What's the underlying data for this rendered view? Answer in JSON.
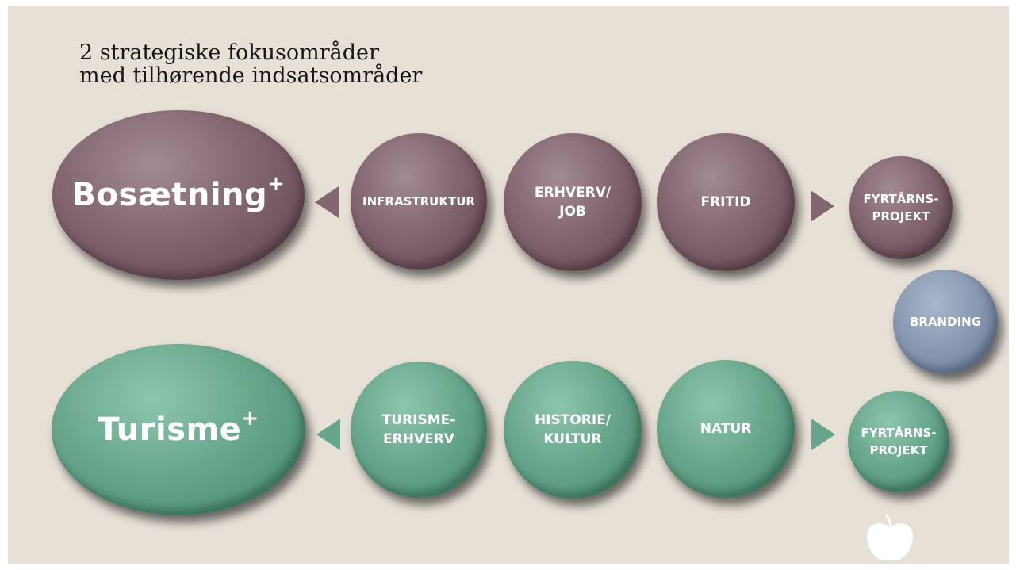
{
  "title": {
    "line1": "2 strategiske fokusområder",
    "line2": "med tilhørende indsatsområder"
  },
  "bosaetning": {
    "label": "Bosætning",
    "sup": "+",
    "areas": [
      {
        "line1": "INFRASTRUKTUR",
        "line2": ""
      },
      {
        "line1": "ERHVERV/",
        "line2": "JOB"
      },
      {
        "line1": "FRITID",
        "line2": ""
      }
    ],
    "fyrtaarn": {
      "line1": "FYRTÅRNS-",
      "line2": "PROJEKT"
    }
  },
  "branding": {
    "label": "BRANDING"
  },
  "turisme": {
    "label": "Turisme",
    "sup": "+",
    "areas": [
      {
        "line1": "TURISME-",
        "line2": "ERHVERV"
      },
      {
        "line1": "HISTORIE/",
        "line2": "KULTUR"
      },
      {
        "line1": "NATUR",
        "line2": ""
      }
    ],
    "fyrtaarn": {
      "line1": "FYRTÅRNS-",
      "line2": "PROJEKT"
    }
  },
  "colors": {
    "bosaetning": "#836670",
    "turisme": "#66a58a",
    "branding": "#8b9ab3",
    "background": "#e7e0d7"
  },
  "icons": {
    "corner": "apple-icon"
  }
}
